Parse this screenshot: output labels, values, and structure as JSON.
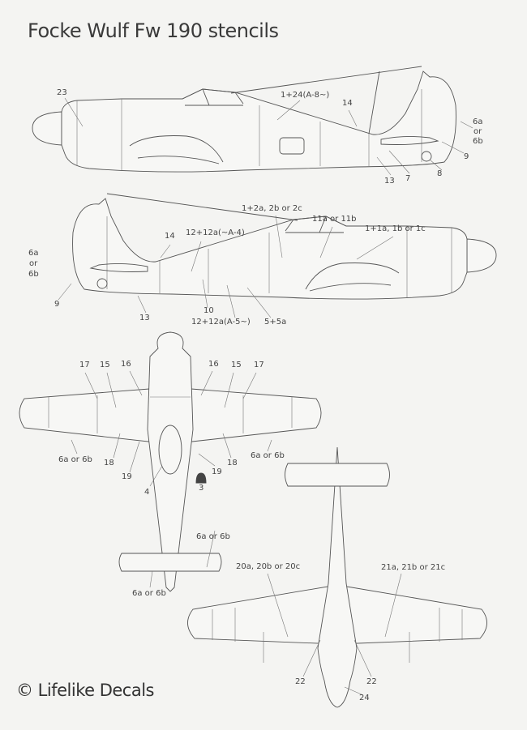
{
  "title": "Focke Wulf Fw 190 stencils",
  "brand": "© Lifelike Decals",
  "views": {
    "side_left": {
      "labels": [
        "23",
        "1+24(A-8~)",
        "14",
        "6a",
        "or",
        "6b",
        "9",
        "8",
        "7",
        "13"
      ]
    },
    "side_right": {
      "labels": [
        "1+2a, 2b or 2c",
        "11a or 11b",
        "1+1a, 1b or 1c",
        "14",
        "12+12a(~A-4)",
        "6a",
        "or",
        "6b",
        "9",
        "13",
        "10",
        "12+12a(A-5~)",
        "5+5a"
      ]
    },
    "top": {
      "labels": [
        "17",
        "15",
        "16",
        "16",
        "15",
        "17",
        "6a or 6b",
        "6a or 6b",
        "18",
        "18",
        "19",
        "19",
        "4",
        "3",
        "6a or 6b",
        "6a or 6b"
      ]
    },
    "bottom": {
      "labels": [
        "20a, 20b or 20c",
        "21a, 21b or 21c",
        "22",
        "22",
        "24"
      ]
    }
  }
}
